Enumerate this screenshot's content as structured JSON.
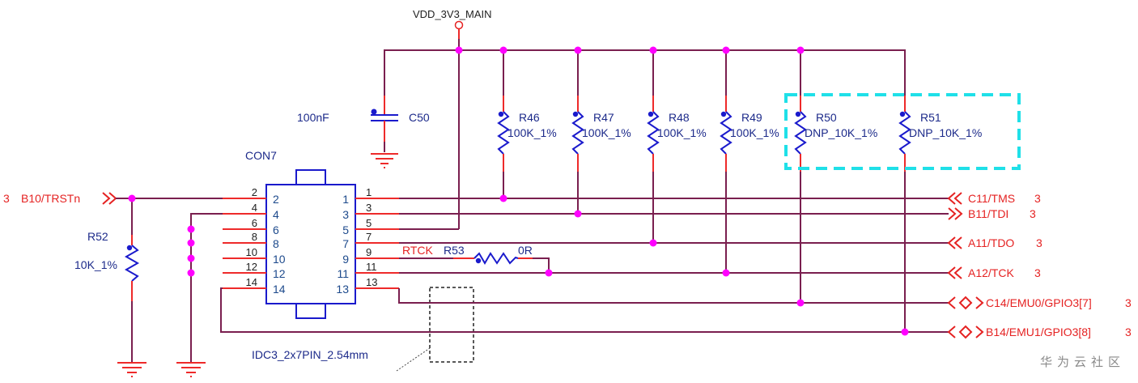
{
  "power_net": {
    "name": "VDD_3V3_MAIN"
  },
  "capacitor": {
    "ref": "C50",
    "value": "100nF"
  },
  "connector": {
    "ref": "CON7",
    "footprint": "IDC3_2x7PIN_2.54mm",
    "left_pins": [
      "2",
      "4",
      "6",
      "8",
      "10",
      "12",
      "14"
    ],
    "right_pins": [
      "1",
      "3",
      "5",
      "7",
      "9",
      "11",
      "13"
    ]
  },
  "pullups": [
    {
      "ref": "R46",
      "value": "100K_1%"
    },
    {
      "ref": "R47",
      "value": "100K_1%"
    },
    {
      "ref": "R48",
      "value": "100K_1%"
    },
    {
      "ref": "R49",
      "value": "100K_1%"
    },
    {
      "ref": "R50",
      "value": "DNP_10K_1%"
    },
    {
      "ref": "R51",
      "value": "DNP_10K_1%"
    }
  ],
  "pulldown": {
    "ref": "R52",
    "value": "10K_1%"
  },
  "series_resistor": {
    "ref": "R53",
    "value": "0R",
    "net_label": "RTCK"
  },
  "left_port": {
    "label": "B10/TRSTn",
    "sheet": "3",
    "direction": "input"
  },
  "right_ports": [
    {
      "label": "C11/TMS",
      "sheet": "3",
      "direction": "input"
    },
    {
      "label": "B11/TDI",
      "sheet": "3",
      "direction": "output"
    },
    {
      "label": "A11/TDO",
      "sheet": "3",
      "direction": "input"
    },
    {
      "label": "A12/TCK",
      "sheet": "3",
      "direction": "input"
    },
    {
      "label": "C14/EMU0/GPIO3[7]",
      "sheet": "3",
      "direction": "bidirectional"
    },
    {
      "label": "B14/EMU1/GPIO3[8]",
      "sheet": "3",
      "direction": "bidirectional"
    }
  ],
  "watermark": "华为云社区",
  "colors": {
    "wire": "#7a1f4f",
    "pin": "#ee2a2a",
    "component": "#1a1acc",
    "junction": "#ff00ff",
    "dnp_highlight": "#1fe0e8",
    "port_text": "#e52222"
  }
}
